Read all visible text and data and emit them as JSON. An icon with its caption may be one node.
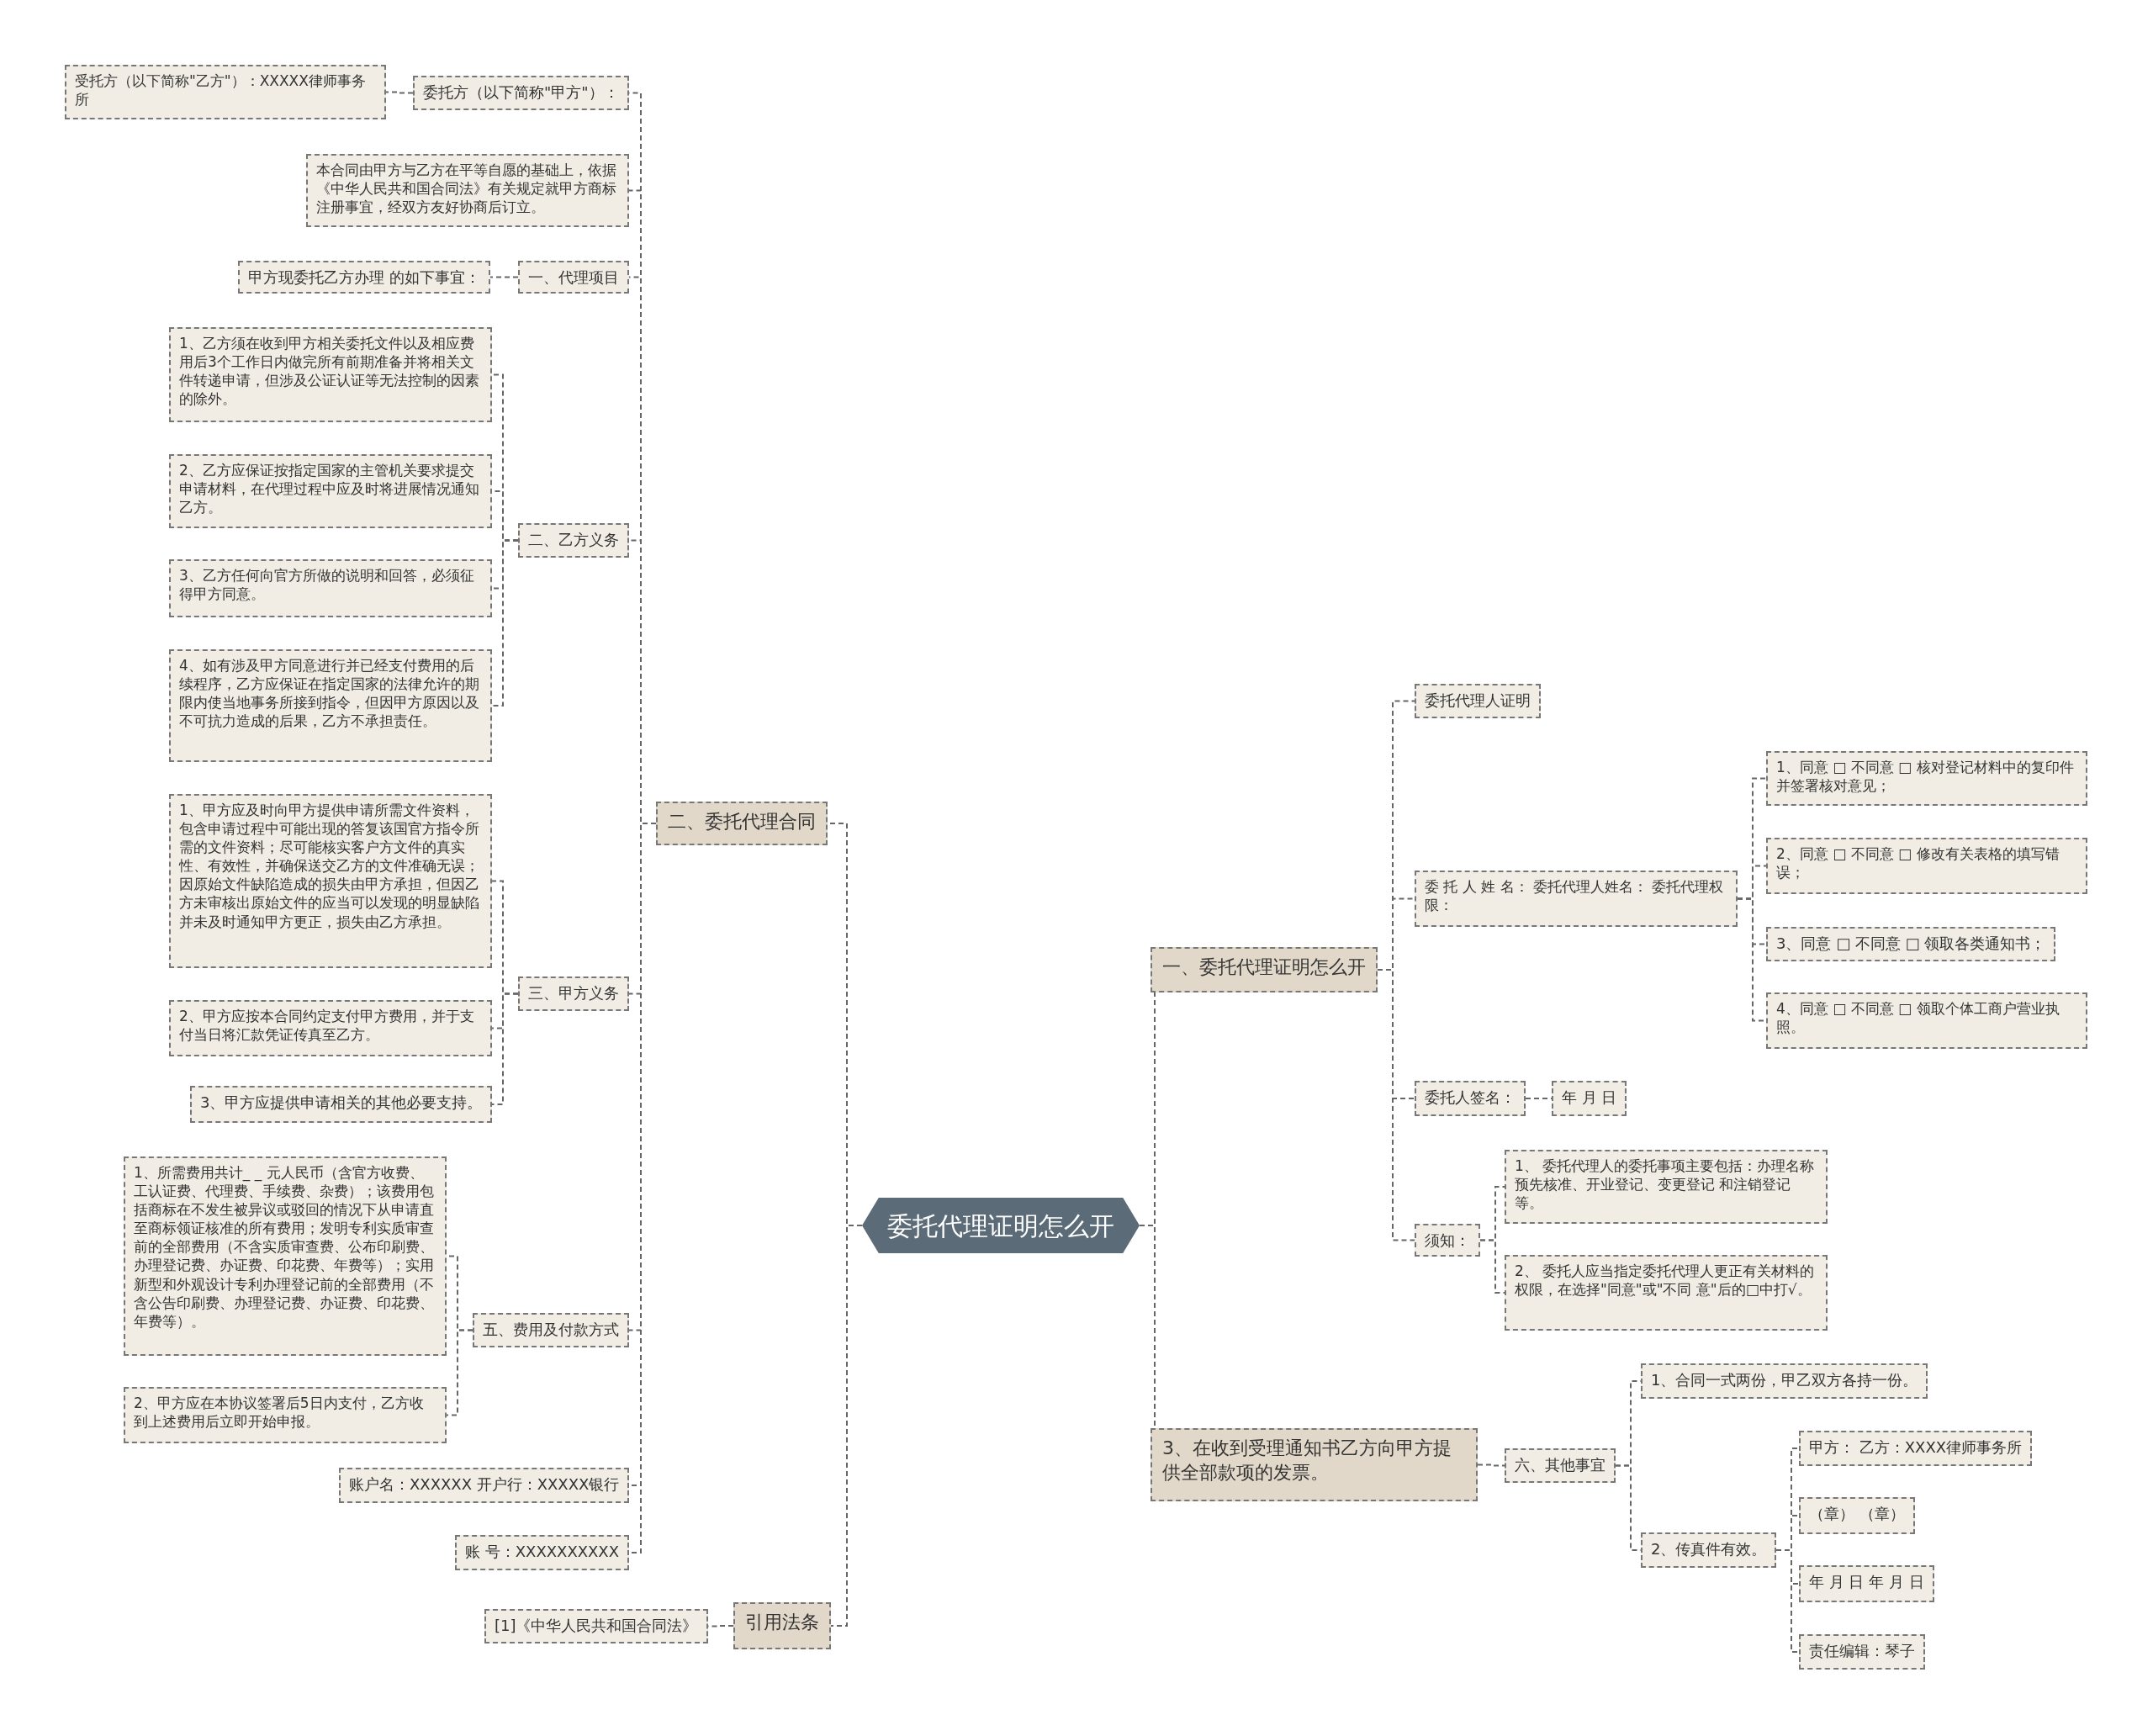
{
  "diagram": {
    "nodes": [
      {
        "text": [
          "委托代理证明怎么开"
        ]
      },
      {
        "text": [
          "二、委托代理合同"
        ]
      },
      {
        "text": [
          "委托方（以下简称\"甲方\"）："
        ]
      },
      {
        "text": [
          "受托方（以下简称\"乙方\"）：XXXXX律师事务所"
        ]
      },
      {
        "text": [
          "本合同由甲方与乙方在平等自愿的基础上，依据《中华人民共和国合同法》有关规定就甲方商标注册事宜，经双方友好协商后订立。"
        ]
      },
      {
        "text": [
          "一、代理项目"
        ]
      },
      {
        "text": [
          "甲方现委托乙方办理 的如下事宜："
        ]
      },
      {
        "text": [
          "二、乙方义务"
        ]
      },
      {
        "text": [
          "1、乙方须在收到甲方相关委托文件以及相应费用后3个工作日内做完所有前期准备并将相关文件转递申请，但涉及公证认证等无法控制的因素的除外。"
        ]
      },
      {
        "text": [
          "2、乙方应保证按指定国家的主管机关要求提交申请材料，在代理过程中应及时将进展情况通知乙方。"
        ]
      },
      {
        "text": [
          "3、乙方任何向官方所做的说明和回答，必须征得甲方同意。"
        ]
      },
      {
        "text": [
          "4、如有涉及甲方同意进行并已经支付费用的后续程序，乙方应保证在指定国家的法律允许的期限内使当地事务所接到指令，但因甲方原因以及不可抗力造成的后果，乙方不承担责任。"
        ]
      },
      {
        "text": [
          "三、甲方义务"
        ]
      },
      {
        "text": [
          "1、甲方应及时向甲方提供申请所需文件资料，包含申请过程中可能出现的答复该国官方指令所需的文件资料；尽可能核实客户方文件的真实性、有效性，并确保送交乙方的文件准确无误；因原始文件缺陷造成的损失由甲方承担，但因乙方未审核出原始文件的应当可以发现的明显缺陷并未及时通知甲方更正，损失由乙方承担。"
        ]
      },
      {
        "text": [
          "2、甲方应按本合同约定支付甲方费用，并于支付当日将汇款凭证传真至乙方。"
        ]
      },
      {
        "text": [
          "3、甲方应提供申请相关的其他必要支持。"
        ]
      },
      {
        "text": [
          "五、费用及付款方式"
        ]
      },
      {
        "text": [
          "1、所需费用共计_ _ 元人民币（含官方收费、工认证费、代理费、手续费、杂费）；该费用包括商标在不发生被异议或驳回的情况下从申请直至商标领证核准的所有费用；发明专利实质审查前的全部费用（不含实质审查费、公布印刷费、办理登记费、办证费、印花费、年费等）；实用新型和外观设计专利办理登记前的全部费用（不含公告印刷费、办理登记费、办证费、印花费、年费等）。"
        ]
      },
      {
        "text": [
          "2、甲方应在本协议签署后5日内支付，乙方收到上述费用后立即开始申报。"
        ]
      },
      {
        "text": [
          "账户名：XXXXXX 开户行：XXXXX银行"
        ]
      },
      {
        "text": [
          "账 号：XXXXXXXXXX"
        ]
      },
      {
        "text": [
          "引用法条"
        ]
      },
      {
        "text": [
          "[1]《中华人民共和国合同法》"
        ]
      },
      {
        "text": [
          "一、委托代理证明怎么开"
        ]
      },
      {
        "text": [
          "委托代理人证明"
        ]
      },
      {
        "text": [
          "委 托 人 姓 名： 委托代理人姓名： 委托代理权限："
        ]
      },
      {
        "text": [
          "1、同意 □ 不同意 □ 核对登记材料中的复印件并签署核对意见；"
        ]
      },
      {
        "text": [
          "2、同意 □ 不同意 □ 修改有关表格的填写错误；"
        ]
      },
      {
        "text": [
          "3、同意 □ 不同意 □ 领取各类通知书；"
        ]
      },
      {
        "text": [
          "4、同意 □ 不同意 □ 领取个体工商户营业执照。"
        ]
      },
      {
        "text": [
          "委托人签名："
        ]
      },
      {
        "text": [
          "年 月 日"
        ]
      },
      {
        "text": [
          "须知："
        ]
      },
      {
        "text": [
          "1、 委托代理人的委托事项主要包括：办理名称预先核准、开业登记、变更登记 和注销登记等。"
        ]
      },
      {
        "text": [
          "2、 委托人应当指定委托代理人更正有关材料的权限，在选择\"同意\"或\"不同 意\"后的□中打√。"
        ]
      },
      {
        "text": [
          "3、在收到受理通知书乙方向甲方提供全部款项的发票。"
        ]
      },
      {
        "text": [
          "六、其他事宜"
        ]
      },
      {
        "text": [
          "1、合同一式两份，甲乙双方各持一份。"
        ]
      },
      {
        "text": [
          "2、传真件有效。"
        ]
      },
      {
        "text": [
          "甲方： 乙方：XXXX律师事务所"
        ]
      },
      {
        "text": [
          "（章） （章）"
        ]
      },
      {
        "text": [
          "年 月 日 年 月 日"
        ]
      },
      {
        "text": [
          "责任编辑：琴子"
        ]
      }
    ],
    "edges": [
      {
        "from": 0,
        "to": 1,
        "arrow": "none"
      },
      {
        "from": 0,
        "to": 21,
        "arrow": "none"
      },
      {
        "from": 0,
        "to": 23,
        "arrow": "none"
      },
      {
        "from": 0,
        "to": 35,
        "arrow": "none"
      },
      {
        "from": 1,
        "to": 2,
        "arrow": "none"
      },
      {
        "from": 2,
        "to": 3,
        "arrow": "none"
      },
      {
        "from": 1,
        "to": 4,
        "arrow": "none"
      },
      {
        "from": 1,
        "to": 5,
        "arrow": "none"
      },
      {
        "from": 5,
        "to": 6,
        "arrow": "none"
      },
      {
        "from": 1,
        "to": 7,
        "arrow": "none"
      },
      {
        "from": 7,
        "to": 8,
        "arrow": "none"
      },
      {
        "from": 7,
        "to": 9,
        "arrow": "none"
      },
      {
        "from": 7,
        "to": 10,
        "arrow": "none"
      },
      {
        "from": 7,
        "to": 11,
        "arrow": "none"
      },
      {
        "from": 1,
        "to": 12,
        "arrow": "none"
      },
      {
        "from": 12,
        "to": 13,
        "arrow": "none"
      },
      {
        "from": 12,
        "to": 14,
        "arrow": "none"
      },
      {
        "from": 12,
        "to": 15,
        "arrow": "none"
      },
      {
        "from": 1,
        "to": 16,
        "arrow": "none"
      },
      {
        "from": 16,
        "to": 17,
        "arrow": "none"
      },
      {
        "from": 16,
        "to": 18,
        "arrow": "none"
      },
      {
        "from": 1,
        "to": 19,
        "arrow": "none"
      },
      {
        "from": 1,
        "to": 20,
        "arrow": "none"
      },
      {
        "from": 21,
        "to": 22,
        "arrow": "none"
      },
      {
        "from": 23,
        "to": 24,
        "arrow": "none"
      },
      {
        "from": 23,
        "to": 25,
        "arrow": "none"
      },
      {
        "from": 25,
        "to": 26,
        "arrow": "none"
      },
      {
        "from": 25,
        "to": 27,
        "arrow": "none"
      },
      {
        "from": 25,
        "to": 28,
        "arrow": "none"
      },
      {
        "from": 25,
        "to": 29,
        "arrow": "none"
      },
      {
        "from": 23,
        "to": 30,
        "arrow": "none"
      },
      {
        "from": 30,
        "to": 31,
        "arrow": "none"
      },
      {
        "from": 23,
        "to": 32,
        "arrow": "none"
      },
      {
        "from": 32,
        "to": 33,
        "arrow": "none"
      },
      {
        "from": 32,
        "to": 34,
        "arrow": "none"
      },
      {
        "from": 35,
        "to": 36,
        "arrow": "none"
      },
      {
        "from": 36,
        "to": 37,
        "arrow": "none"
      },
      {
        "from": 36,
        "to": 38,
        "arrow": "none"
      },
      {
        "from": 38,
        "to": 39,
        "arrow": "none"
      },
      {
        "from": 38,
        "to": 40,
        "arrow": "none"
      },
      {
        "from": 38,
        "to": 41,
        "arrow": "none"
      },
      {
        "from": 38,
        "to": 42,
        "arrow": "none"
      }
    ]
  }
}
